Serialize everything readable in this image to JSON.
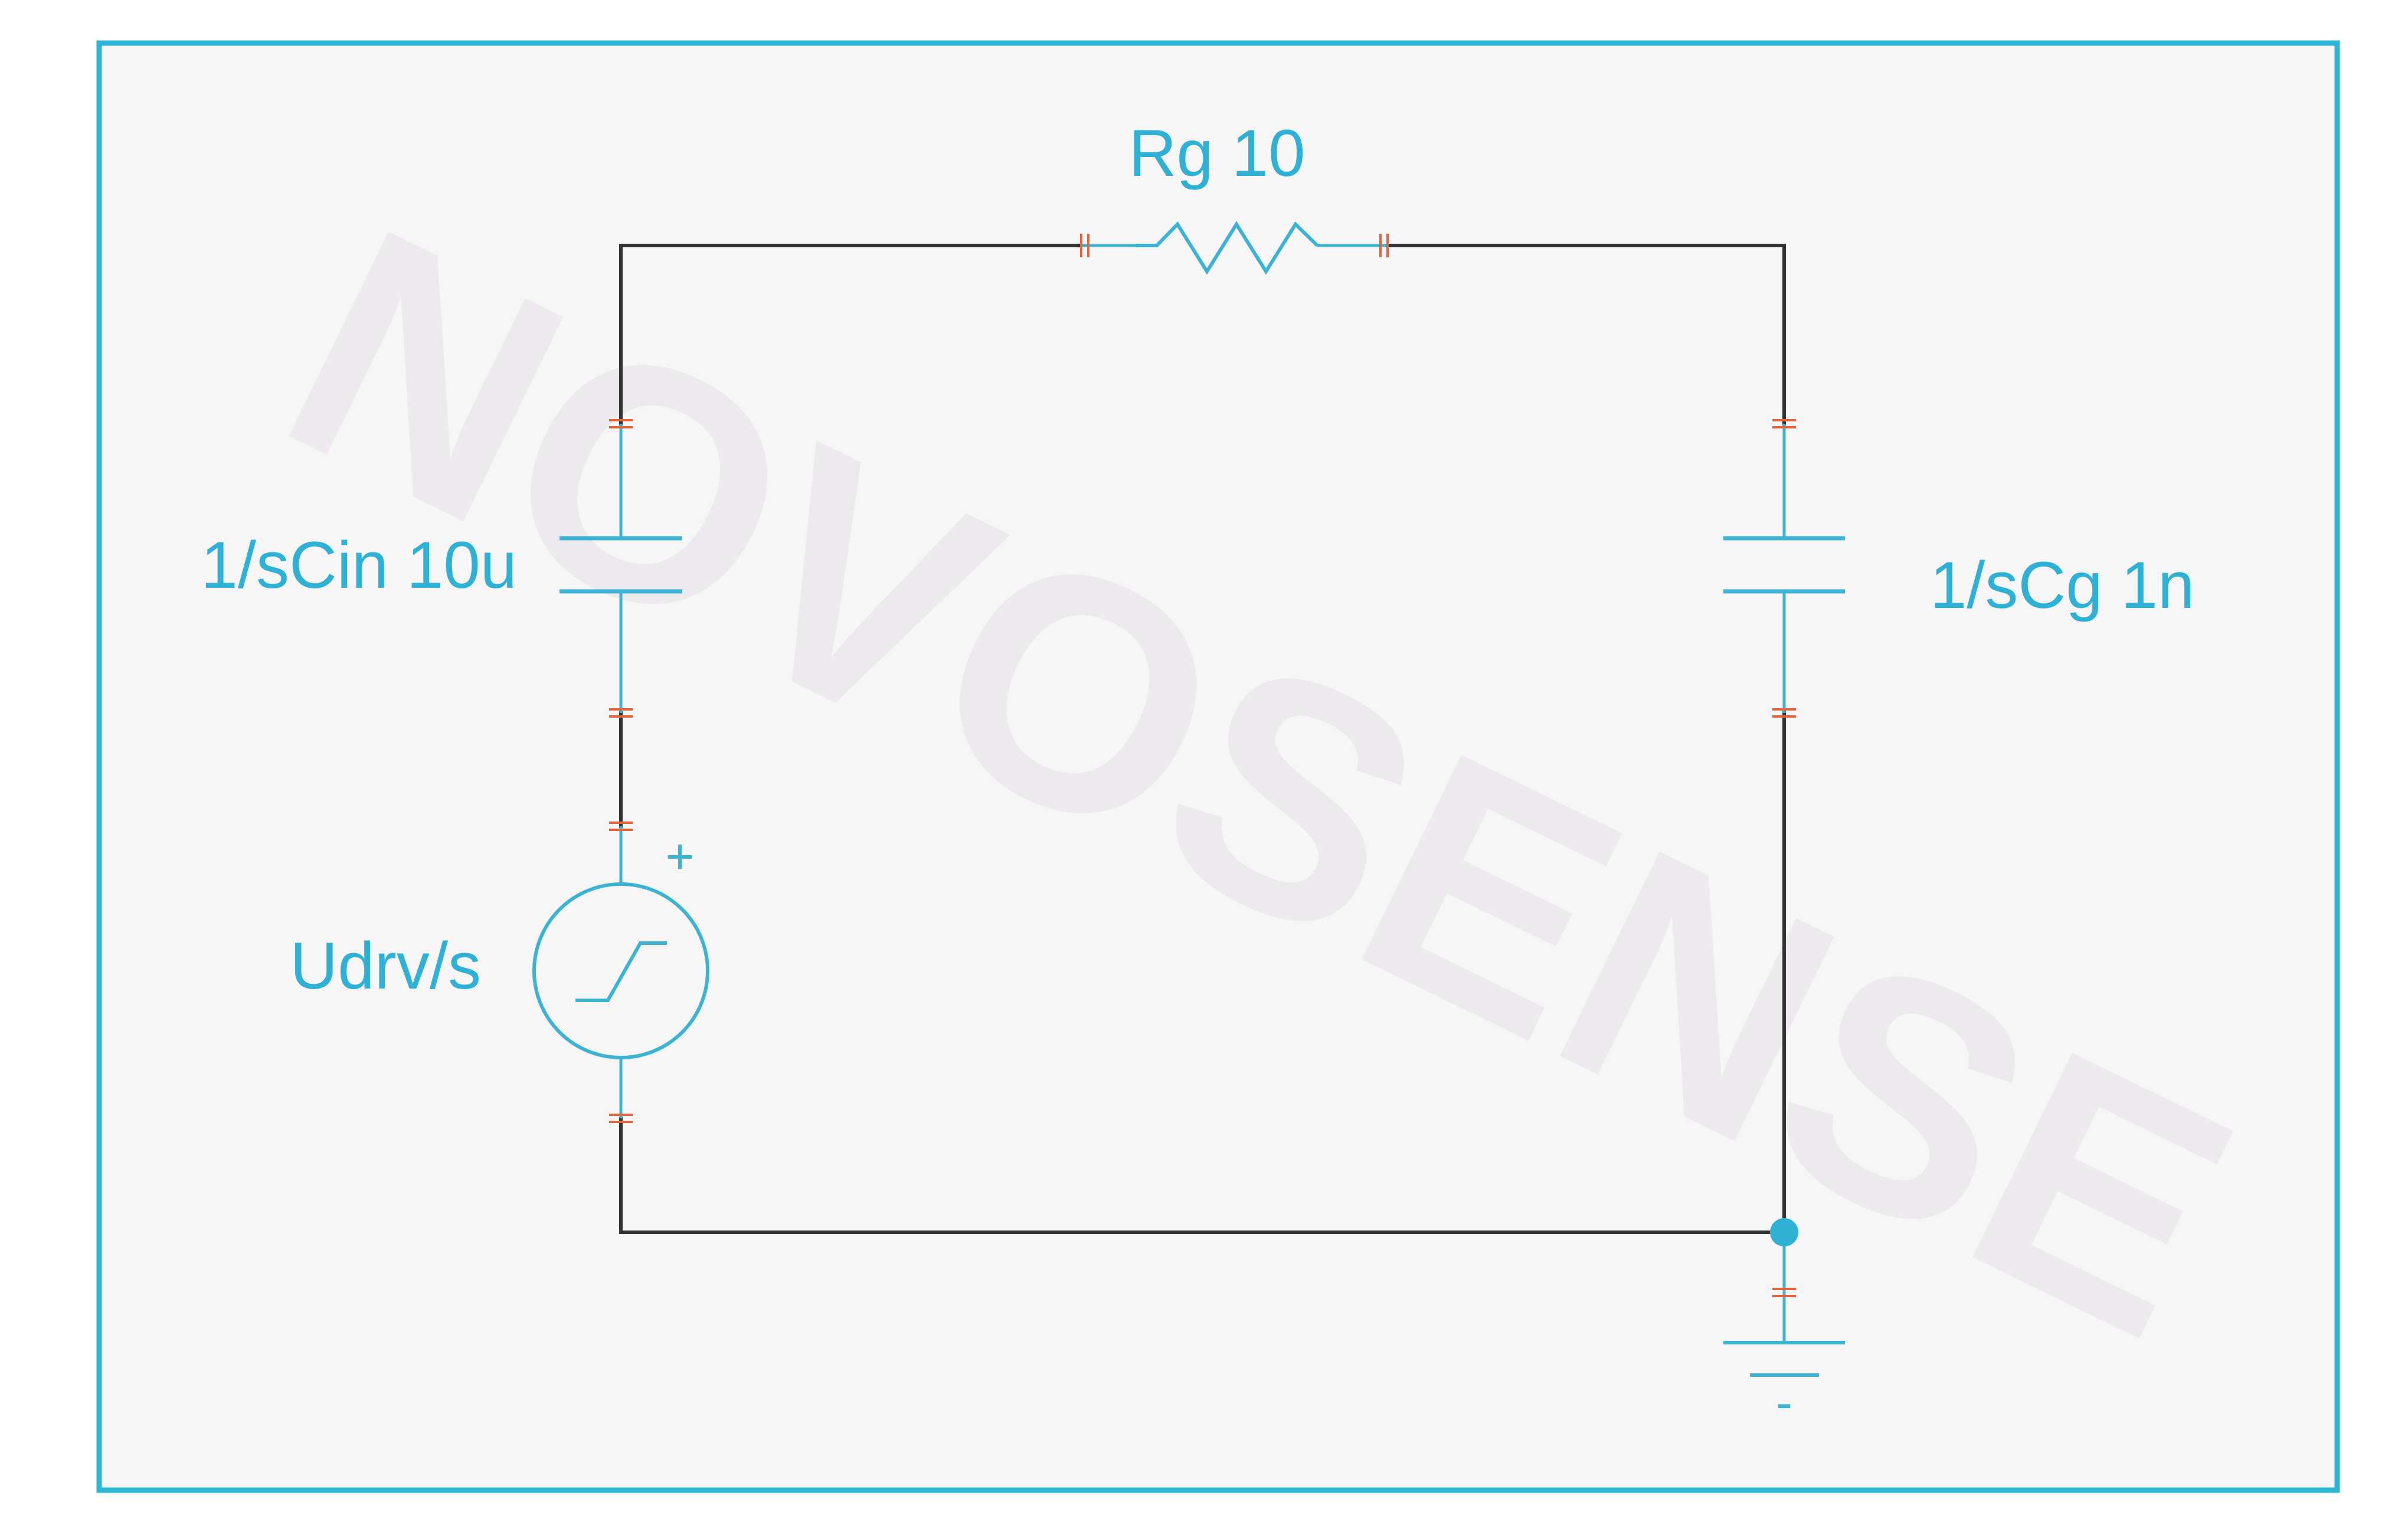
{
  "colors": {
    "frame": "#2db6d6",
    "component": "#3db3d4",
    "label": "#2fb1d6",
    "wire": "#333333",
    "pin": "#e0643c",
    "background": "#f7f6f7",
    "watermark": "#eceaec",
    "node": "#2fb1d6"
  },
  "watermark": "NOVOSENSE",
  "components": {
    "resistor": {
      "name": "Rg",
      "value": "10",
      "label": "Rg 10"
    },
    "input_capacitor": {
      "name": "1/sCin",
      "value": "10u",
      "label": "1/sCin 10u"
    },
    "gate_capacitor": {
      "name": "1/sCg",
      "value": "1n",
      "label": "1/sCg 1n"
    },
    "source": {
      "name": "Udrv/s",
      "label": "Udrv/s",
      "plus_sign": "+",
      "symbol": "step-source-icon"
    },
    "ground": {
      "minus_sign": "-",
      "symbol": "ground-icon"
    }
  }
}
